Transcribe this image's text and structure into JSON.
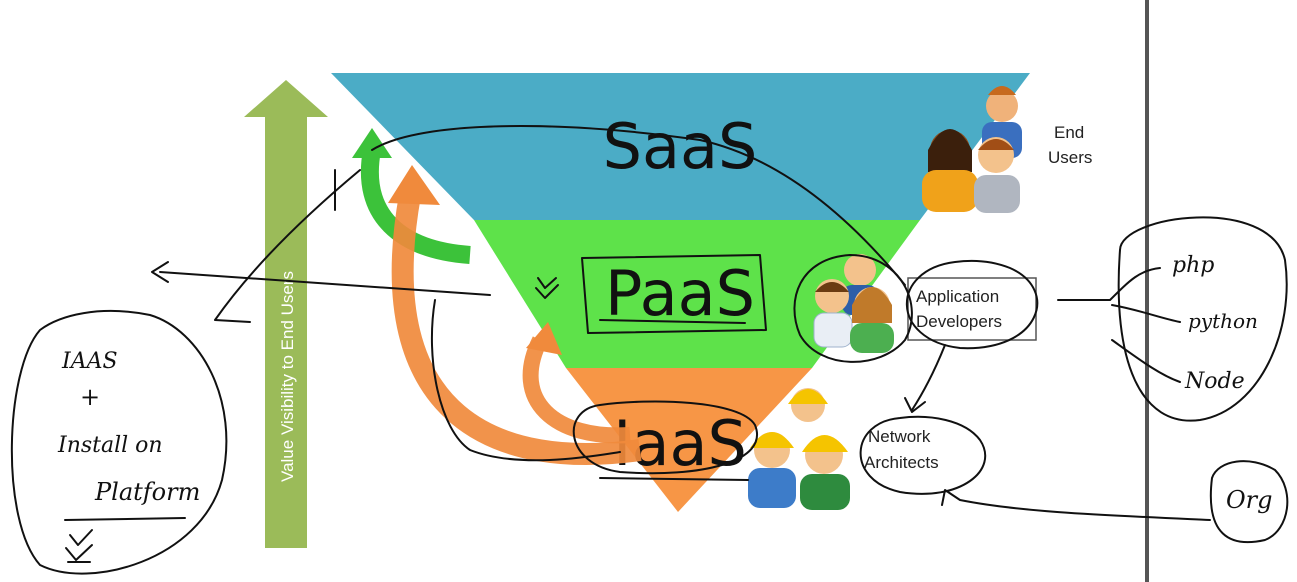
{
  "layers": {
    "saas": "SaaS",
    "paas": "PaaS",
    "iaas": "IaaS"
  },
  "roles": {
    "end_users_line1": "End",
    "end_users_line2": "Users",
    "app_dev_line1": "Application",
    "app_dev_line2": "Developers",
    "network_line1": "Network",
    "network_line2": "Architects"
  },
  "axis": {
    "label": "Value Visibility to End Users"
  },
  "handwriting": {
    "left_line1": "IAAS",
    "left_line2": "+",
    "left_line3": "Install on",
    "left_line4": "Platform",
    "right_item1": "php",
    "right_item2": "python",
    "right_item3": "Node",
    "org": "Org"
  },
  "colors": {
    "saas": "#4bacc6",
    "paas": "#5ee24a",
    "iaas": "#f79646",
    "axis_arrow": "#9bbb59",
    "green_arrow": "#3cc23a",
    "orange_arrow": "#f08a3c"
  },
  "icons": {
    "end_users": "people-group-icon",
    "app_developers": "developers-icon",
    "network_architects": "construction-workers-icon"
  }
}
